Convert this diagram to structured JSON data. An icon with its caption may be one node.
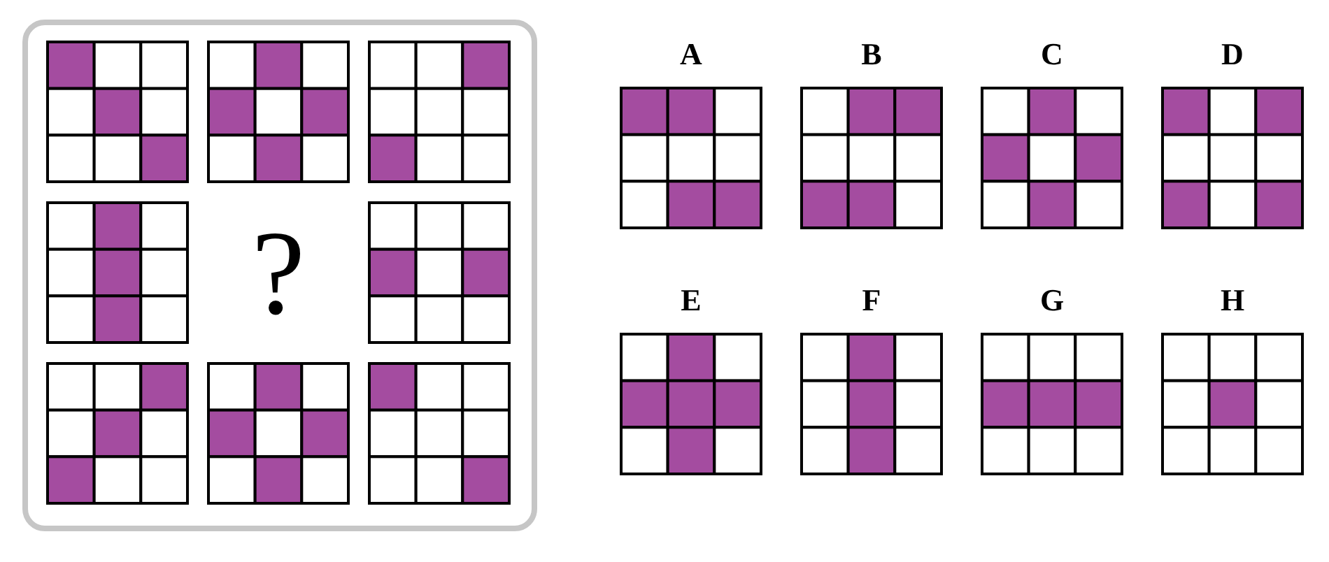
{
  "diagram": {
    "nodes": [
      {
        "text": [
          "?"
        ]
      },
      {
        "text": [],
        "shape": "box",
        "in": 0
      },
      {
        "text": [],
        "shape": "box",
        "in": 0
      },
      {
        "text": [],
        "shape": "box",
        "in": 0
      },
      {
        "text": [],
        "shape": "box",
        "in": 0
      },
      {
        "text": [],
        "shape": "box",
        "in": 0
      },
      {
        "text": [],
        "shape": "box",
        "in": 0
      },
      {
        "text": [],
        "shape": "box",
        "in": 0
      },
      {
        "text": [],
        "shape": "box",
        "in": 0
      },
      {
        "text": [
          "A"
        ]
      },
      {
        "text": [
          "B"
        ]
      },
      {
        "text": [
          "C"
        ]
      },
      {
        "text": [
          "D"
        ]
      },
      {
        "text": [
          "E"
        ]
      },
      {
        "text": [
          "F"
        ]
      },
      {
        "text": [
          "G"
        ]
      },
      {
        "text": [
          "H"
        ]
      }
    ]
  }
}
